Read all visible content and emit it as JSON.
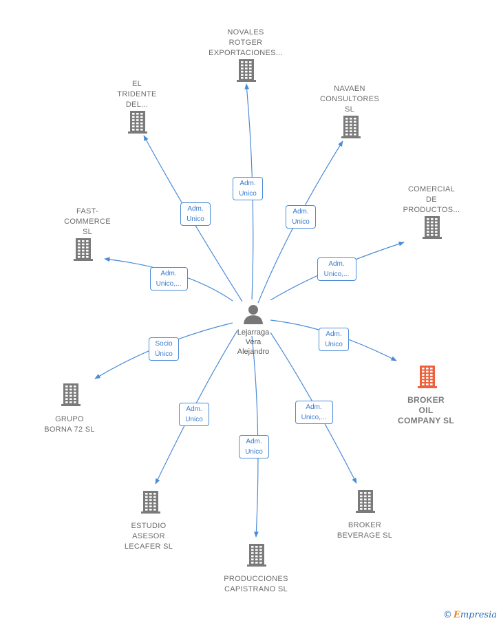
{
  "center": {
    "name": "Lejarraga\nVera\nAlejandro"
  },
  "nodes": [
    {
      "id": "novales",
      "label": "NOVALES\nROTGER\nEXPORTACIONES...",
      "highlight": false
    },
    {
      "id": "tridente",
      "label": "EL\nTRIDENTE\nDEL...",
      "highlight": false
    },
    {
      "id": "navaen",
      "label": "NAVAEN\nCONSULTORES\nSL",
      "highlight": false
    },
    {
      "id": "comercial",
      "label": "COMERCIAL\nDE\nPRODUCTOS...",
      "highlight": false
    },
    {
      "id": "fast",
      "label": "FAST-\nCOMMERCE\nSL",
      "highlight": false
    },
    {
      "id": "broker-oil",
      "label": "BROKER\nOIL\nCOMPANY  SL",
      "highlight": true
    },
    {
      "id": "borna",
      "label": "GRUPO\nBORNA 72 SL",
      "highlight": false
    },
    {
      "id": "lecafer",
      "label": "ESTUDIO\nASESOR\nLECAFER SL",
      "highlight": false
    },
    {
      "id": "capistrano",
      "label": "PRODUCCIONES\nCAPISTRANO SL",
      "highlight": false
    },
    {
      "id": "beverage",
      "label": "BROKER\nBEVERAGE  SL",
      "highlight": false
    }
  ],
  "edges": [
    {
      "to": "novales",
      "label": "Adm.\nUnico"
    },
    {
      "to": "tridente",
      "label": "Adm.\nUnico"
    },
    {
      "to": "navaen",
      "label": "Adm.\nUnico"
    },
    {
      "to": "comercial",
      "label": "Adm.\nUnico,..."
    },
    {
      "to": "fast",
      "label": "Adm.\nUnico,..."
    },
    {
      "to": "broker-oil",
      "label": "Adm.\nUnico"
    },
    {
      "to": "borna",
      "label": "Socio\nÚnico"
    },
    {
      "to": "lecafer",
      "label": "Adm.\nUnico"
    },
    {
      "to": "capistrano",
      "label": "Adm.\nUnico"
    },
    {
      "to": "beverage",
      "label": "Adm.\nUnico,..."
    }
  ],
  "colors": {
    "edge": "#4a8bd6",
    "building": "#7a7a7a",
    "building_highlight": "#f0603a",
    "person": "#777777"
  },
  "icons": {
    "center": "person-icon",
    "company": "building-icon"
  },
  "brand": {
    "copyright": "©",
    "name": "mpresia",
    "initial": "E"
  }
}
